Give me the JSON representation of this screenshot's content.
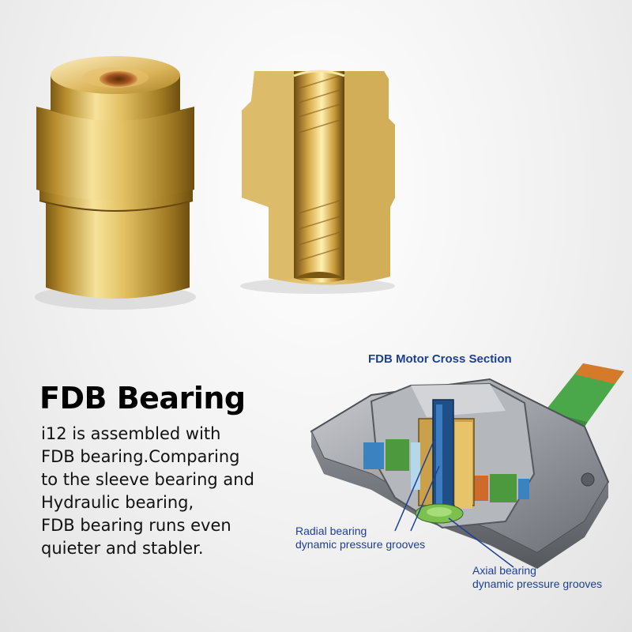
{
  "headline": "FDB Bearing",
  "body_lines": [
    "i12 is assembled with",
    "FDB bearing.Comparing",
    "to the sleeve bearing and",
    "Hydraulic bearing,",
    "FDB bearing runs even",
    "quieter and stabler."
  ],
  "diagram": {
    "title": "FDB Motor Cross Section",
    "radial_label": [
      "Radial bearing",
      "dynamic pressure grooves"
    ],
    "axial_label": [
      "Axial bearing",
      "dynamic pressure grooves"
    ]
  },
  "colors": {
    "brass_light": "#f4dc8a",
    "brass_mid": "#d6ae44",
    "brass_dark": "#8a6418",
    "label_blue": "#1d3f94",
    "motor_gray": "#7a7d82"
  }
}
